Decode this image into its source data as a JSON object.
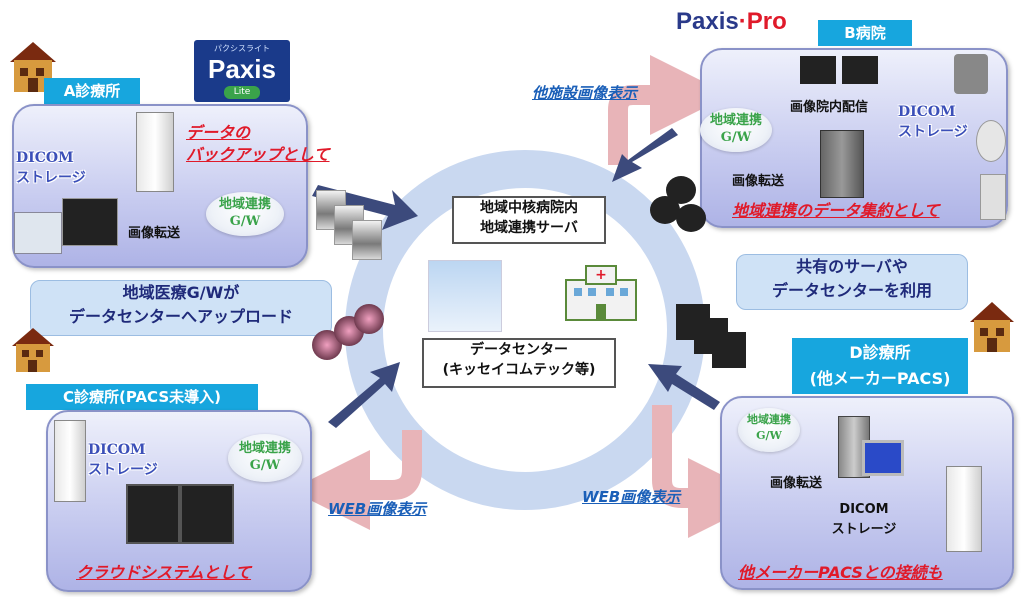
{
  "clinic_a": {
    "label": "A診療所",
    "dicom": [
      "DICOM",
      "ストレージ"
    ],
    "gw": [
      "地域連携",
      "G/W"
    ],
    "transfer": "画像転送",
    "note": [
      "データの",
      "バックアップとして"
    ]
  },
  "hospital_b": {
    "label": "B病院",
    "gw": [
      "地域連携",
      "G/W"
    ],
    "distribution": "画像院内配信",
    "dicom": [
      "DICOM",
      "ストレージ"
    ],
    "transfer": "画像転送",
    "note": "地域連携のデータ集約として"
  },
  "clinic_c": {
    "label": "C診療所(PACS未導入)",
    "dicom": [
      "DICOM",
      "ストレージ"
    ],
    "gw": [
      "地域連携",
      "G/W"
    ],
    "note": "クラウドシステムとして"
  },
  "clinic_d": {
    "label": [
      "D診療所",
      "(他メーカーPACS)"
    ],
    "gw": [
      "地域連携",
      "G/W"
    ],
    "transfer": "画像転送",
    "dicom": [
      "DICOM",
      "ストレージ"
    ],
    "note": "他メーカーPACSとの接続も"
  },
  "center": {
    "server_box": [
      "地域中核病院内",
      "地域連携サーバ"
    ],
    "datacenter_box": [
      "データセンター",
      "(キッセイコムテック等)"
    ]
  },
  "callouts": {
    "upload": [
      "地域医療G/Wが",
      "データセンターへアップロード"
    ],
    "shared": [
      "共有のサーバや",
      "データセンターを利用"
    ]
  },
  "flows": {
    "other_facility": "他施設画像表示",
    "web_left": "WEB画像表示",
    "web_right": "WEB画像表示"
  },
  "logos": {
    "paxis_lite_kana": "パクシスライト",
    "paxis_lite_name": "Paxis",
    "paxis_lite_sub": "Lite",
    "paxis_pro_a": "Paxis",
    "paxis_pro_b": "Pro"
  },
  "colors": {
    "label_blue": "#17a6de",
    "note_red": "#e01a2a",
    "flow_blue": "#1a5fb8",
    "ring": "#c9d8f0",
    "arrow_dark": "#3c4a7c",
    "arrow_pink": "#e8b4b8"
  }
}
